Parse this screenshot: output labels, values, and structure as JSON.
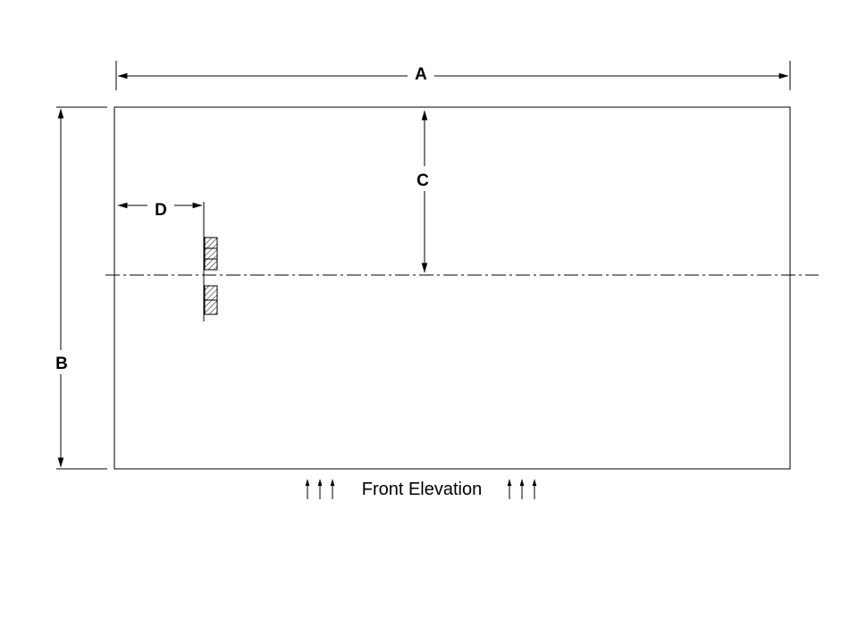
{
  "drawing": {
    "caption": "Front Elevation",
    "dimension_labels": {
      "a": "A",
      "b": "B",
      "c": "C",
      "d": "D"
    }
  },
  "colors": {
    "line": "#000000",
    "background": "#ffffff"
  }
}
